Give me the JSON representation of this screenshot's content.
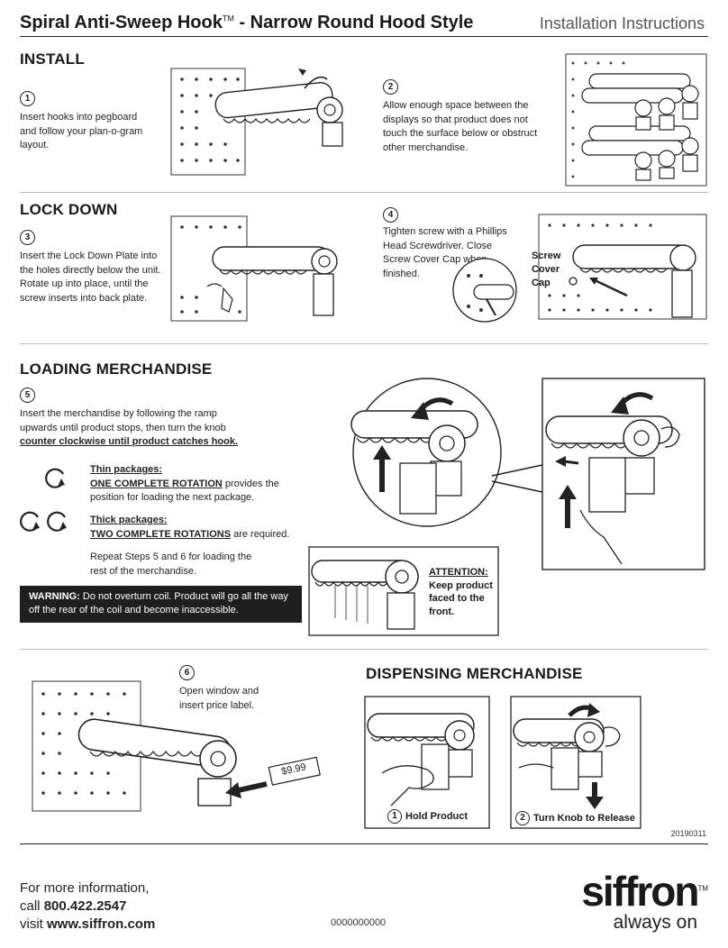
{
  "header": {
    "title": "Spiral Anti-Sweep Hook",
    "tm": "TM",
    "title_suffix": "- Narrow Round Hood Style",
    "subtitle": "Installation Instructions"
  },
  "install": {
    "heading": "INSTALL",
    "step1": {
      "num": "1",
      "text": "Insert hooks into pegboard and follow your plan-o-gram layout."
    },
    "step2": {
      "num": "2",
      "text": "Allow enough space between the displays so that product does not touch the surface below or obstruct other merchandise."
    }
  },
  "lockdown": {
    "heading": "LOCK DOWN",
    "step3": {
      "num": "3",
      "text": "Insert the Lock Down Plate into the holes directly below the unit. Rotate up into place, until the screw inserts into back plate."
    },
    "step4": {
      "num": "4",
      "text": "Tighten screw with a Phillips Head Screwdriver. Close Screw Cover Cap when finished."
    },
    "callout": [
      "Screw",
      "Cover",
      "Cap"
    ]
  },
  "loading": {
    "heading": "LOADING MERCHANDISE",
    "step5": {
      "num": "5",
      "text": "Insert the merchandise by following the ramp upwards until product stops, then turn the knob",
      "emphasis": "counter clockwise until product catches hook."
    },
    "thin": {
      "title": "Thin packages:",
      "bold": "ONE COMPLETE ROTATION",
      "rest": " provides the position for loading the next package."
    },
    "thick": {
      "title": "Thick packages:",
      "bold": "TWO COMPLETE ROTATIONS",
      "rest": " are required."
    },
    "repeat": "Repeat Steps 5 and 6 for loading the rest of the merchandise.",
    "warning_label": "WARNING:",
    "warning_text": " Do not overturn coil. Product will go all the way off the rear of the coil and become inaccessible.",
    "attention_label": "ATTENTION:",
    "attention_text": "Keep product faced to the front."
  },
  "step6": {
    "num": "6",
    "text": "Open window and insert price label.",
    "price_tag": "$9.99"
  },
  "dispensing": {
    "heading": "DISPENSING MERCHANDISE",
    "cap1_num": "1",
    "cap1": "Hold Product",
    "cap2_num": "2",
    "cap2": "Turn Knob to Release"
  },
  "doc_code": "20190311",
  "footer": {
    "line1": "For more information,",
    "call": "call ",
    "phone": "800.422.2547",
    "visit": "visit ",
    "url": "www.siffron.com",
    "part": "0000000000",
    "brand": "siffron",
    "tm": "TM",
    "tagline": "always on"
  }
}
